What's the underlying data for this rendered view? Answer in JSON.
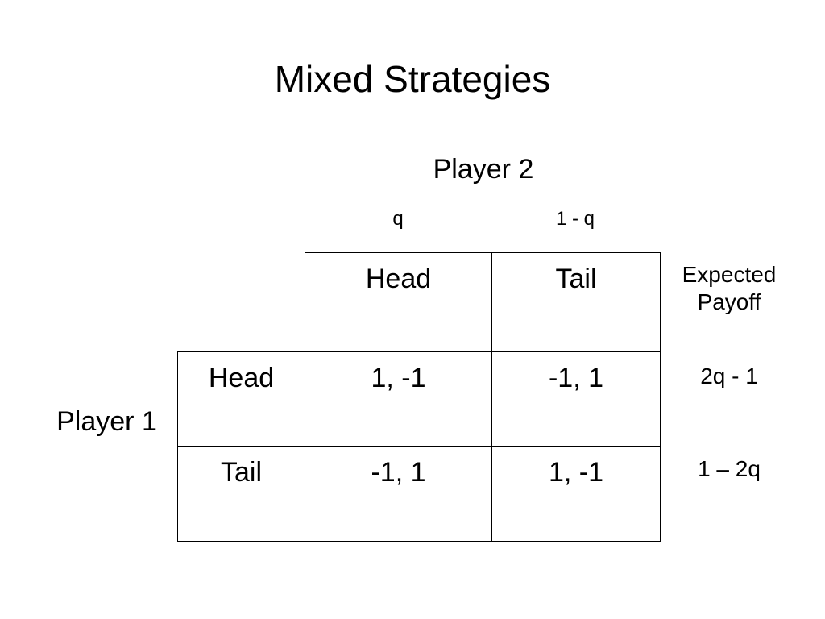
{
  "slide": {
    "title": "Mixed Strategies"
  },
  "game": {
    "player2_label": "Player 2",
    "player1_label": "Player 1",
    "column_probabilities": [
      "q",
      "1 - q"
    ],
    "column_headers": [
      "Head",
      "Tail"
    ],
    "rows": [
      {
        "label": "Head",
        "cells": [
          "1, -1",
          "-1, 1"
        ],
        "expected_payoff": "2q - 1"
      },
      {
        "label": "Tail",
        "cells": [
          "-1, 1",
          "1, -1"
        ],
        "expected_payoff": "1 – 2q"
      }
    ],
    "expected_payoff_header_line1": "Expected",
    "expected_payoff_header_line2": "Payoff"
  }
}
